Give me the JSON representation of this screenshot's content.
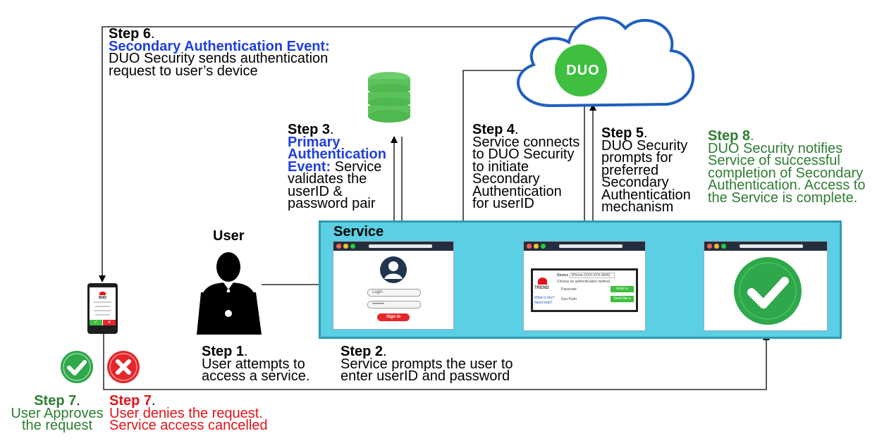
{
  "steps": {
    "step1": {
      "heading": "Step 1",
      "dot": ".",
      "lines": [
        "User attempts to",
        "access a service."
      ]
    },
    "step2": {
      "heading": "Step 2",
      "dot": ".",
      "lines": [
        "Service prompts the user to",
        "enter userID and password"
      ]
    },
    "step3": {
      "heading": "Step 3",
      "dot": ".",
      "blue_lines": [
        "Primary",
        "Authentication"
      ],
      "blue_last": "Event:",
      "last_rest": " Service",
      "lines": [
        "validates the",
        "userID  &",
        "password pair"
      ]
    },
    "step4": {
      "heading": "Step 4",
      "dot": ".",
      "lines": [
        "Service connects",
        "to DUO Security",
        "to initiate",
        "Secondary",
        "Authentication",
        "for userID"
      ]
    },
    "step5": {
      "heading": "Step 5",
      "dot": ".",
      "lines": [
        "DUO Security",
        "prompts for",
        "preferred",
        "Secondary",
        "Authentication",
        "mechanism"
      ]
    },
    "step6": {
      "heading": "Step 6",
      "dot": ".",
      "blue": "Secondary Authentication Event:",
      "lines": [
        "DUO Security sends authentication",
        "request to user’s device"
      ]
    },
    "step7_approve": {
      "heading": "Step 7",
      "dot": ".",
      "lines": [
        "User Approves",
        "the request"
      ]
    },
    "step7_deny": {
      "heading": "Step 7",
      "dot": ".",
      "lines": [
        "User denies the request.",
        "Service access cancelled"
      ]
    },
    "step8": {
      "heading": "Step 8",
      "dot": ".",
      "lines": [
        "DUO Security notifies",
        "Service of successful",
        "completion of Secondary",
        "Authentication. Access to",
        "the Service is complete."
      ]
    }
  },
  "labels": {
    "user": "User",
    "service": "Service",
    "duo_logo": "DUO"
  },
  "login_window": {
    "login_placeholder": "Login",
    "password_mask": "••••••••",
    "sign_in": "Sign in"
  },
  "duo_window": {
    "brand": "TREND",
    "device_label": "Device",
    "device_value": "iPhone (XXX-XXX-4545)",
    "choose_text": "Choose an authentication method",
    "option1": "Passcode",
    "option2": "Duo Push",
    "btn1": "Enter a Passcode",
    "btn2": "Send Me a Push",
    "what_is": "What is this?",
    "help": "Need help?"
  },
  "phone": {
    "brand": "DUO"
  },
  "colors": {
    "step_blue": "#1f3fe0",
    "step_green": "#2e7d32",
    "step_red": "#e4131b",
    "service_panel": "#5bcfe3",
    "duo_green": "#3fbf3f",
    "check_green": "#2ea84a",
    "deny_red": "#e5272b"
  },
  "icons": [
    "cloud-icon",
    "database-icon",
    "user-laptop-icon",
    "smartphone-icon",
    "approve-check-icon",
    "deny-x-icon",
    "success-check-icon"
  ]
}
